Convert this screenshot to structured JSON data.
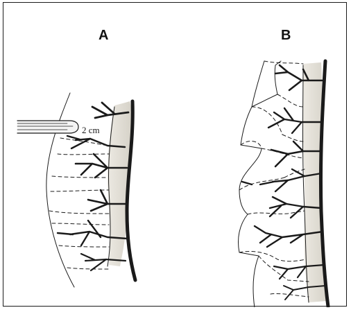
{
  "panels": [
    {
      "id": "A",
      "label": "A"
    },
    {
      "id": "B",
      "label": "B"
    }
  ],
  "annotations": {
    "distance": "2 cm"
  },
  "colors": {
    "line": "#1a1a1a",
    "shade": "#d9d6cd",
    "background": "#ffffff"
  }
}
